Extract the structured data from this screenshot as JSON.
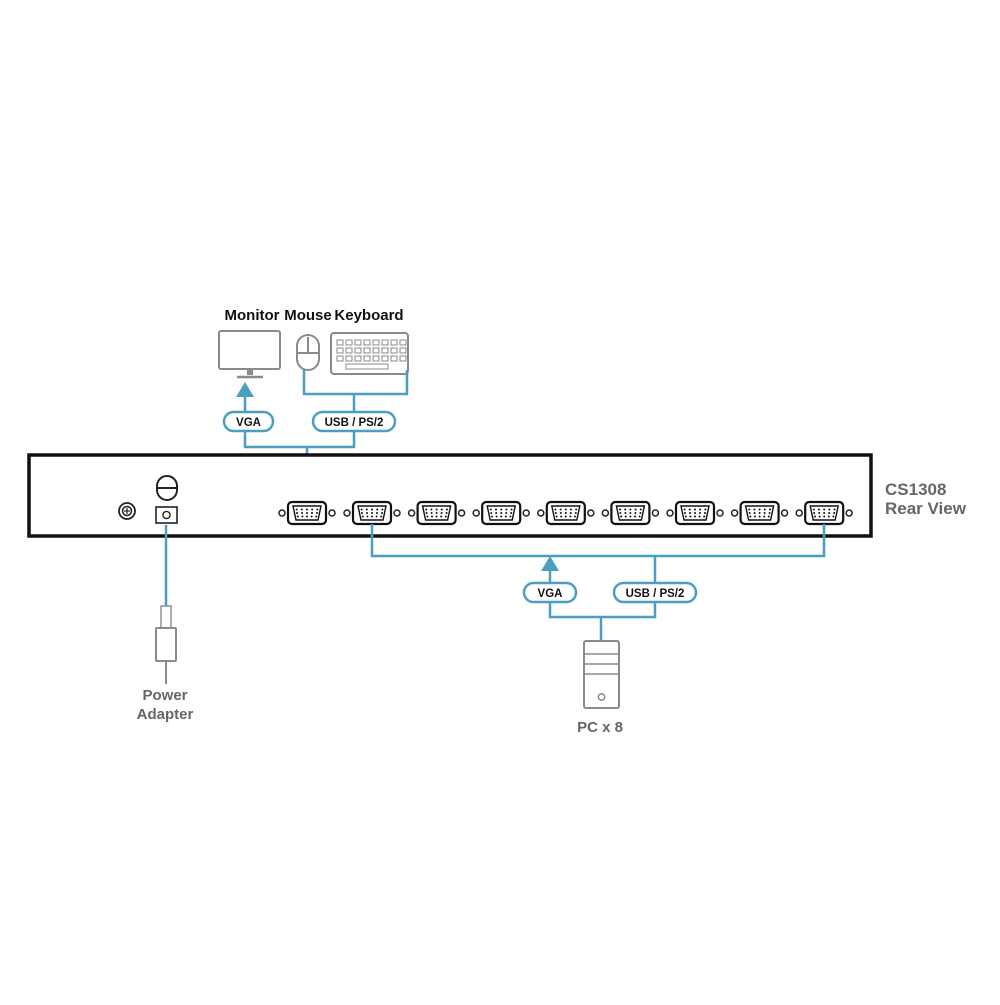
{
  "labels": {
    "monitor": "Monitor",
    "mouse": "Mouse",
    "keyboard": "Keyboard",
    "model": "CS1308",
    "view": "Rear View",
    "power_line1": "Power",
    "power_line2": "Adapter",
    "pc": "PC x 8"
  },
  "console_cable": {
    "video": "VGA",
    "input": "USB / PS/2"
  },
  "pc_cable": {
    "video": "VGA",
    "input": "USB / PS/2"
  },
  "unit": {
    "pc_port_count": 8
  },
  "colors": {
    "cable": "#4a9ec0",
    "device_outline": "#8a8a8a",
    "panel_outline": "#111111",
    "label_dark": "#111111",
    "label_grey": "#666666"
  },
  "icons": {
    "monitor": "monitor-icon",
    "mouse": "mouse-icon",
    "keyboard": "keyboard-icon",
    "pc": "pc-tower-icon",
    "power_adapter": "power-plug-icon",
    "ground": "ground-screw-icon",
    "power_switch": "power-switch-icon",
    "vga_port": "db15-port-icon"
  }
}
